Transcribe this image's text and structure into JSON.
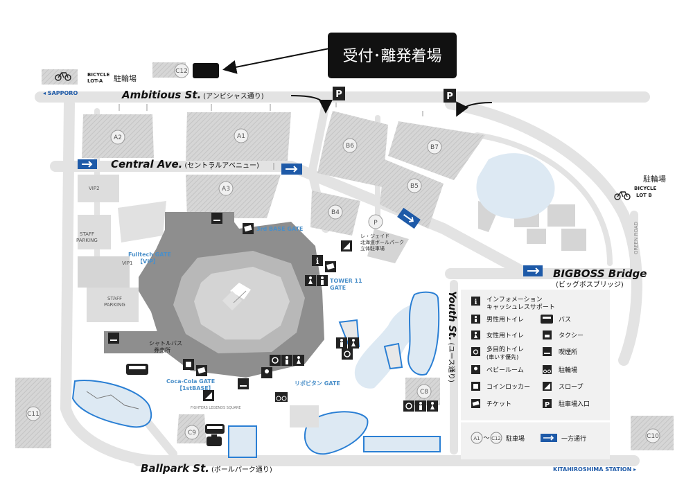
{
  "callout": {
    "text": "受付･離発着場"
  },
  "lot_labels": {
    "c12": "C12",
    "a2": "A2",
    "a1": "A1",
    "a3": "A3",
    "b6": "B6",
    "b7": "B7",
    "b5": "B5",
    "b4": "B4",
    "c8": "C8",
    "c9": "C9",
    "c10": "C10",
    "c11": "C11",
    "p": "P"
  },
  "areas": {
    "vip2": "VIP2",
    "vip1": "VIP1",
    "staff1": "STAFF\nPARKING",
    "staff2": "STAFF\nPARKING"
  },
  "streets": {
    "ambitious_main": "Ambitious St.",
    "ambitious_jp": "(アンビシャス通り)",
    "central_main": "Central Ave.",
    "central_jp": "(セントラルアベニュー)",
    "bigboss_main": "BIGBOSS Bridge",
    "bigboss_jp": "(ビッグボスブリッジ)",
    "youth_main": "Youth St.",
    "youth_jp": "(ユース通り)",
    "ballpark_main": "Ballpark St.",
    "ballpark_jp": "(ボールパーク通り)",
    "green_road": "GREEN ROAD",
    "sapporo": "◂ SAPPORO",
    "kitahiroshima": "KITAHIROSHIMA STATION ▸"
  },
  "bicycle": {
    "a_line1": "BICYCLE",
    "a_line2": "LOT-A",
    "a_jp": "駐輪場",
    "b_jp": "駐輪場",
    "b_line1": "BICYCLE",
    "b_line2": "LOT B"
  },
  "gates": {
    "third_base": "3rd BASE GATE",
    "fulltech_line1": "Fulltech GATE",
    "fulltech_line2": "【VIP】",
    "tower11_line1": "TOWER 11",
    "tower11_line2": "GATE",
    "cocacola_line1": "Coca-Cola GATE",
    "cocacola_line2": "【1stBASE】",
    "ripobitan": "リポビタン GATE",
    "shuttle_line1": "シャトルバス",
    "shuttle_line2": "券売所",
    "fighters": "FIGHTERS LEGENDS SQUARE",
    "parking_line1": "レ・ジェイド",
    "parking_line2": "北海道ボールパーク",
    "parking_line3": "立体駐車場"
  },
  "legend": {
    "info_line1": "インフォメーション",
    "info_line2": "キャッシュレスサポート",
    "male": "男性用トイレ",
    "bus": "バス",
    "female": "女性用トイレ",
    "taxi": "タクシー",
    "multi_line1": "多目的トイレ",
    "multi_line2": "(車いす優先)",
    "smoking": "喫煙所",
    "baby": "ベビールーム",
    "bicycle": "駐輪場",
    "locker": "コインロッカー",
    "slope": "スロープ",
    "ticket": "チケット",
    "parking_entrance": "駐車場入口",
    "lots_from": "A1",
    "lots_tilde": "〜",
    "lots_to": "C12",
    "lots_label": "駐車場",
    "oneway": "一方通行"
  },
  "colors": {
    "accent_blue": "#1e5aa8",
    "road": "#e2e2e2",
    "block": "#d3d3d3",
    "stadium": "#8e8e8e",
    "water": "#dde9f3"
  }
}
